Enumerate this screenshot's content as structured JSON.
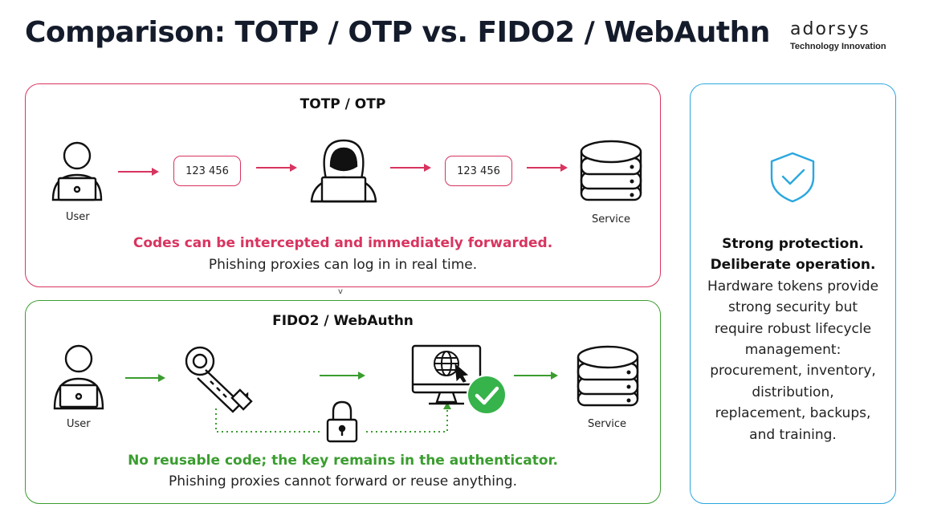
{
  "title": "Comparison: TOTP / OTP vs. FIDO2 / WebAuthn",
  "logo": {
    "word": "adorsys",
    "tagline": "Technology Innovation"
  },
  "totp": {
    "heading": "TOTP / OTP",
    "user_label": "User",
    "service_label": "Service",
    "code_1": "123 456",
    "code_2": "123 456",
    "highlight": "Codes can be intercepted and immediately forwarded.",
    "note": "Phishing proxies can log in in real time.",
    "accent": "#d8345f"
  },
  "separator": "v",
  "fido": {
    "heading": "FIDO2 / WebAuthn",
    "user_label": "User",
    "service_label": "Service",
    "highlight": "No reusable code; the key remains in the authenticator.",
    "note": "Phishing proxies cannot forward or reuse anything.",
    "accent": "#3a9d2f"
  },
  "side": {
    "line_1": "Strong protection.",
    "line_2": "Deliberate operation.",
    "body": "Hardware tokens provide strong security but require robust lifecycle management: procurement, inventory, distribution, replacement, backups, and training.",
    "accent": "#2ba7df"
  }
}
